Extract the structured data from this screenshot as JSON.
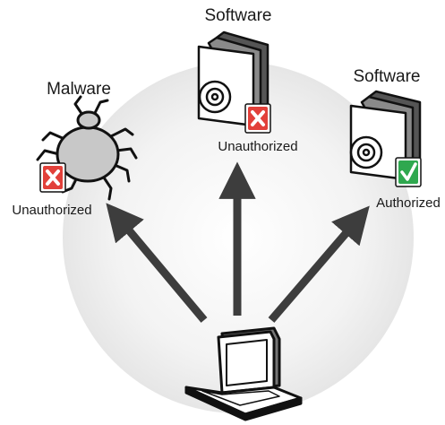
{
  "diagram": {
    "nodes": {
      "malware": {
        "title": "Malware",
        "status": "Unauthorized",
        "badge_icon": "x-badge-icon",
        "badge_color": "#e2403a"
      },
      "software_center": {
        "title": "Software",
        "status": "Unauthorized",
        "badge_icon": "x-badge-icon",
        "badge_color": "#e2403a"
      },
      "software_right": {
        "title": "Software",
        "status": "Authorized",
        "badge_icon": "check-badge-icon",
        "badge_color": "#2fa84f"
      }
    },
    "source_icon": "laptop-icon",
    "colors": {
      "arrow": "#3d3d3d",
      "circle": "#e9e9e9",
      "outline": "#111111"
    }
  }
}
